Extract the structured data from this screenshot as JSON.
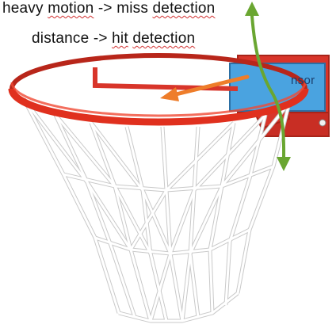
{
  "captions": {
    "line1": {
      "before": "heavy ",
      "word1": "motion",
      "middle": " -> miss ",
      "word2": "detection"
    },
    "line2": {
      "before": "distance -> ",
      "word1": "hit",
      "middle": " ",
      "word2": "detection"
    }
  },
  "sensor_label": "nsor",
  "colors": {
    "rim": "#e0301e",
    "net": "#ffffff",
    "bracket": "#d8352a",
    "sensor_box": "#4aa3e0",
    "motion_arrow": "#6aa631",
    "distance_arrow": "#ee7d2a",
    "misspelling_underline": "#d12d2d"
  }
}
